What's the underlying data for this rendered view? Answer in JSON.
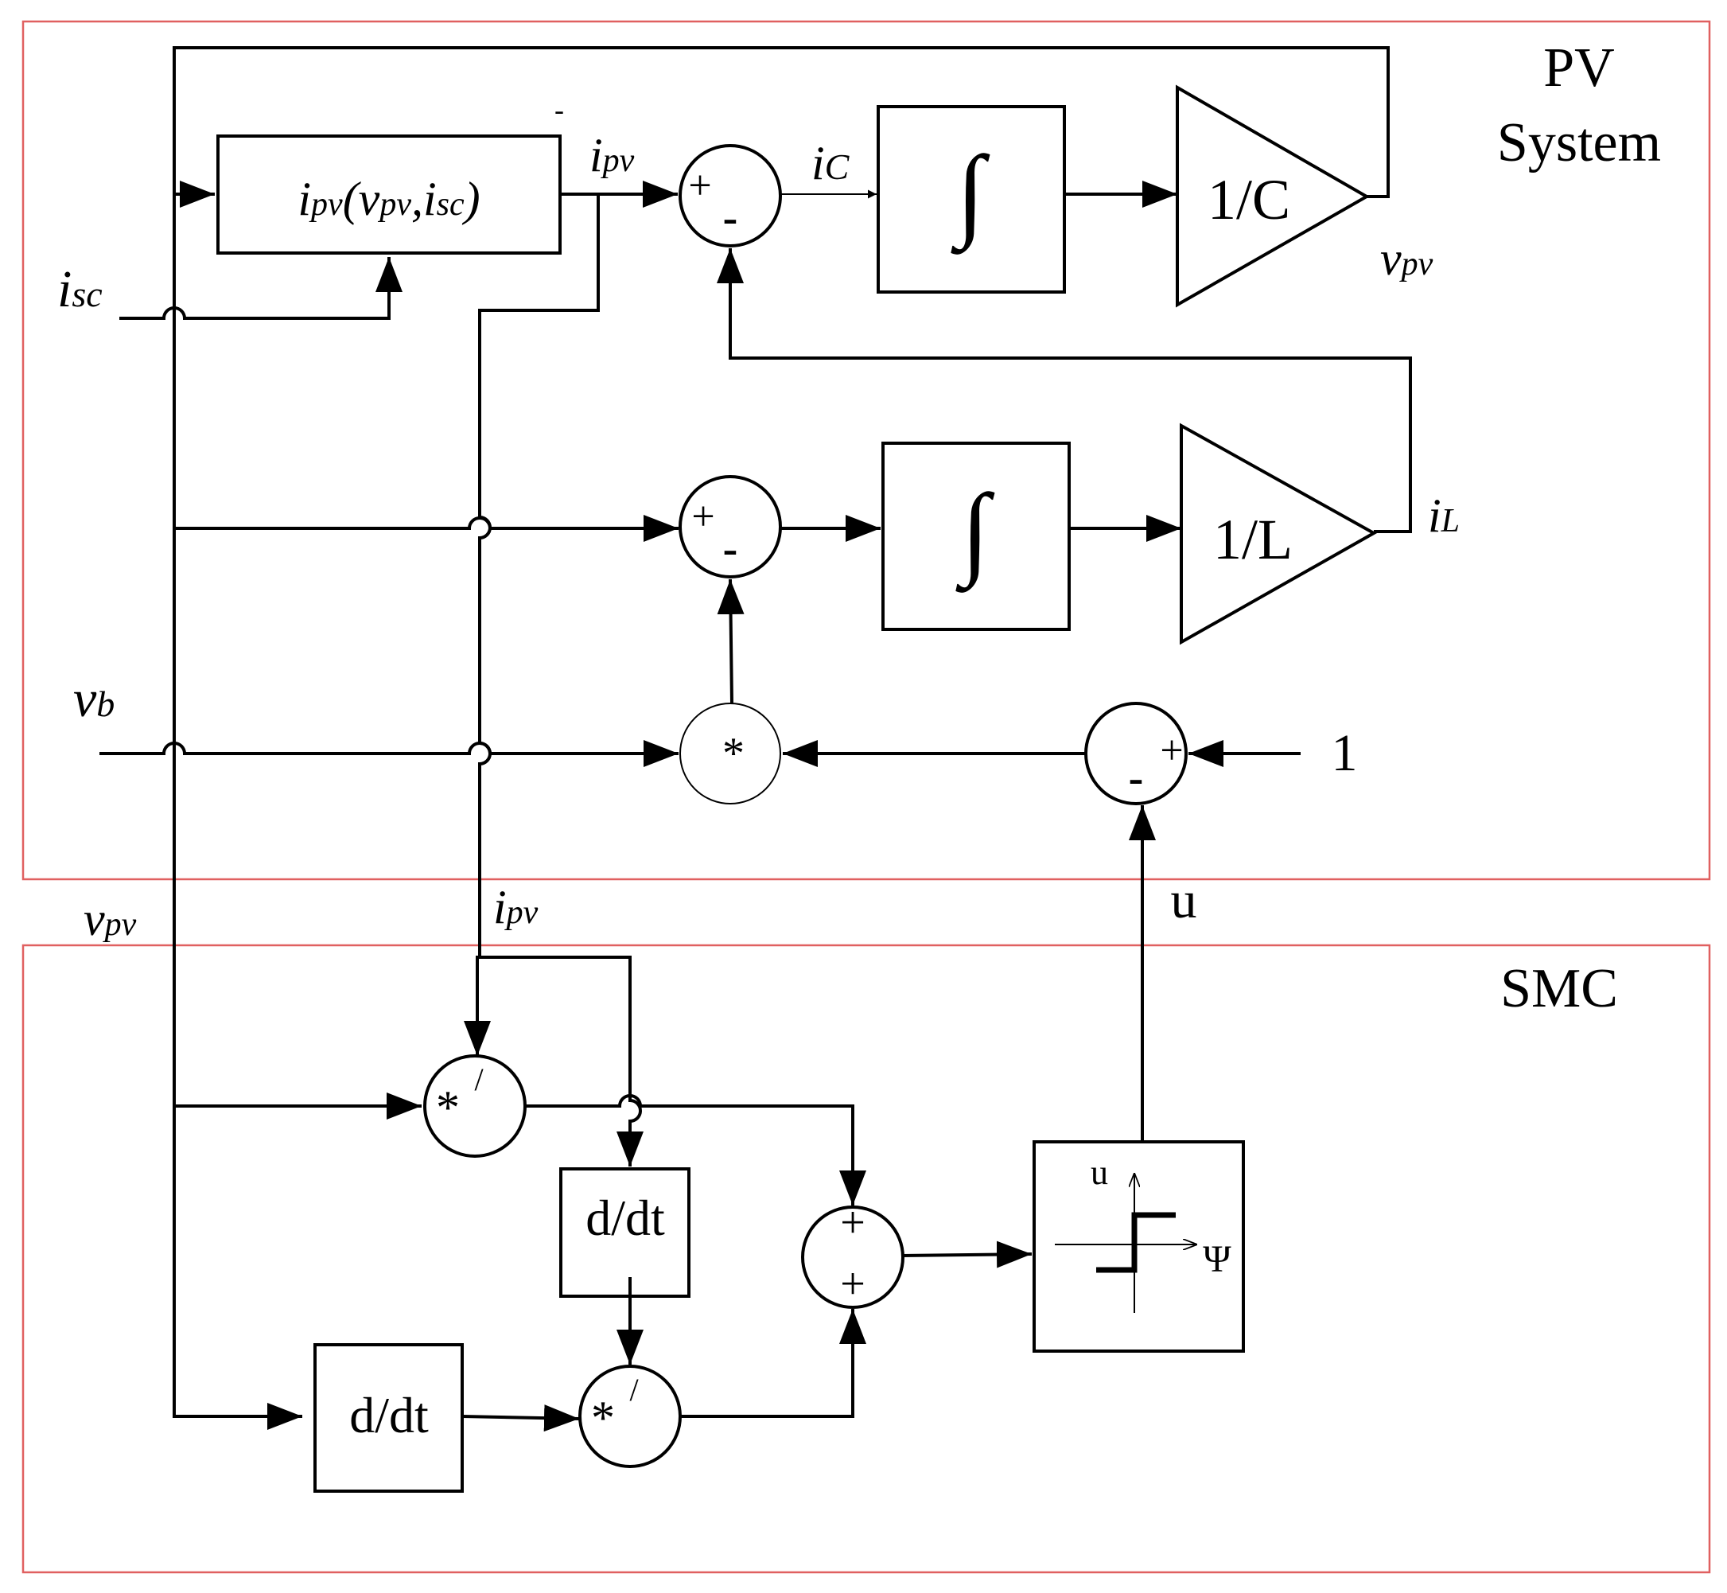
{
  "sections": {
    "pv_line1": "PV",
    "pv_line2": "System",
    "smc": "SMC"
  },
  "blocks": {
    "ipv_func": {
      "main": "i",
      "sub1": "pv",
      "mid": "(v",
      "sub2": "pv",
      "comma": ",i",
      "sub3": "sc",
      "close": ")"
    },
    "integrator": "∫",
    "gain_c": "1/C",
    "gain_l": "1/L",
    "ddt": "d/dt",
    "mult": "*",
    "div": "/"
  },
  "signals": {
    "isc": {
      "base": "i",
      "sub": "sc"
    },
    "ipv": {
      "base": "i",
      "sub": "pv"
    },
    "ic": {
      "base": "i",
      "sub": "C"
    },
    "vpv": {
      "base": "v",
      "sub": "pv"
    },
    "il": {
      "base": "i",
      "sub": "L"
    },
    "vb": {
      "base": "v",
      "sub": "b"
    },
    "one": "1",
    "u": "u"
  },
  "signs": {
    "plus": "+",
    "minus": "-"
  },
  "sign_fn": {
    "u": "u",
    "psi": "Ψ"
  }
}
